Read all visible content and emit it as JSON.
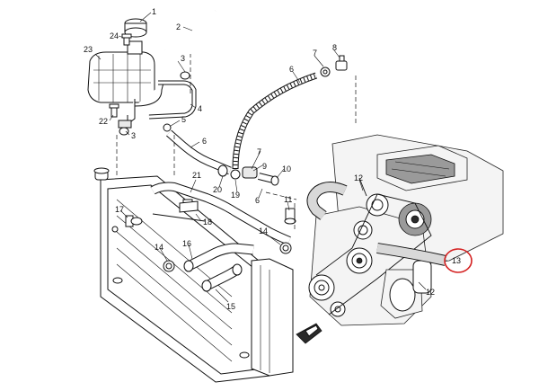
{
  "diagram": {
    "callouts": {
      "c1": "1",
      "c2": "2",
      "c3a": "3",
      "c3b": "3",
      "c4": "4",
      "c5": "5",
      "c6a": "6",
      "c6b": "6",
      "c6c": "6",
      "c7": "7",
      "c8": "8",
      "c9": "9",
      "c10": "10",
      "c11": "11",
      "c12a": "12",
      "c12b": "12",
      "c13": "13",
      "c14a": "14",
      "c14b": "14",
      "c15": "15",
      "c16": "16",
      "c17": "17",
      "c18": "18",
      "c19": "19",
      "c20": "20",
      "c21": "21",
      "c22": "22",
      "c23": "23",
      "c24": "24"
    },
    "highlight_color": "#d42020"
  }
}
